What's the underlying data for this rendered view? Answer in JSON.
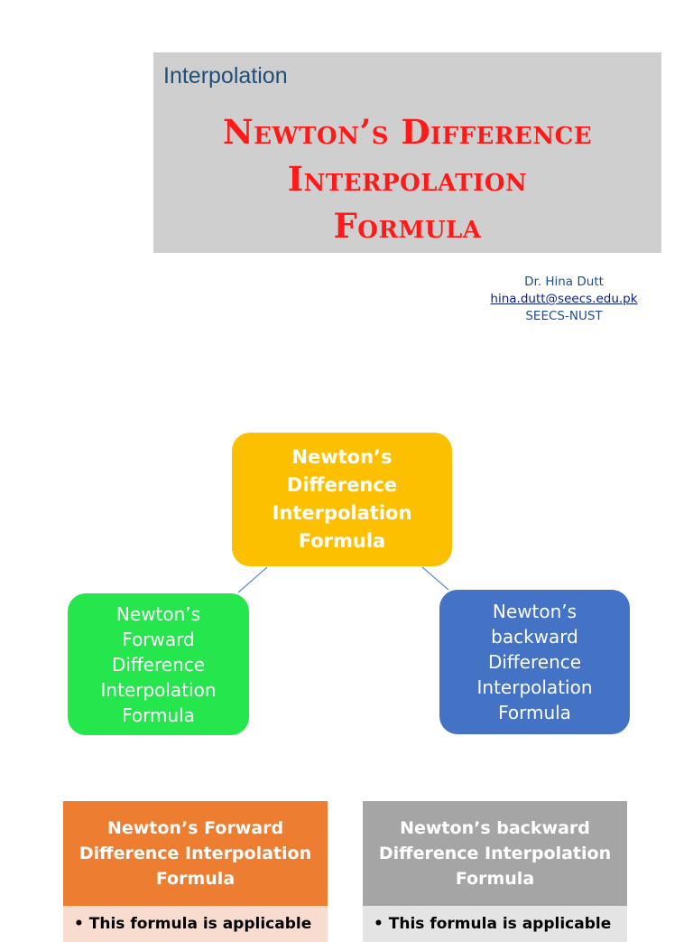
{
  "slide1": {
    "heading": "Interpolation",
    "title_lines": [
      "Newton’s Difference",
      "Interpolation",
      "Formula"
    ],
    "author": {
      "name": "Dr. Hina Dutt",
      "email": "hina.dutt@seecs.edu.pk",
      "affiliation": "SEECS-NUST"
    }
  },
  "slide2": {
    "root": [
      "Newton’s",
      "Difference",
      "Interpolation",
      "Formula"
    ],
    "forward": [
      "Newton’s",
      "Forward",
      "Difference",
      "Interpolation",
      "Formula"
    ],
    "backward": [
      "Newton’s",
      "backward",
      "Difference",
      "Interpolation",
      "Formula"
    ]
  },
  "slide3": {
    "forward_header": [
      "Newton’s Forward",
      "Difference Interpolation",
      "Formula"
    ],
    "backward_header": [
      "Newton’s backward",
      "Difference Interpolation",
      "Formula"
    ],
    "forward_bullet": "• This formula is applicable",
    "backward_bullet": "• This formula is applicable"
  },
  "colors": {
    "title_red": "#ff1a1a",
    "root_yellow": "#fdc000",
    "forward_green": "#25e64c",
    "backward_blue": "#4472c4",
    "forward_orange": "#ed7d31",
    "backward_gray": "#a5a5a5"
  }
}
